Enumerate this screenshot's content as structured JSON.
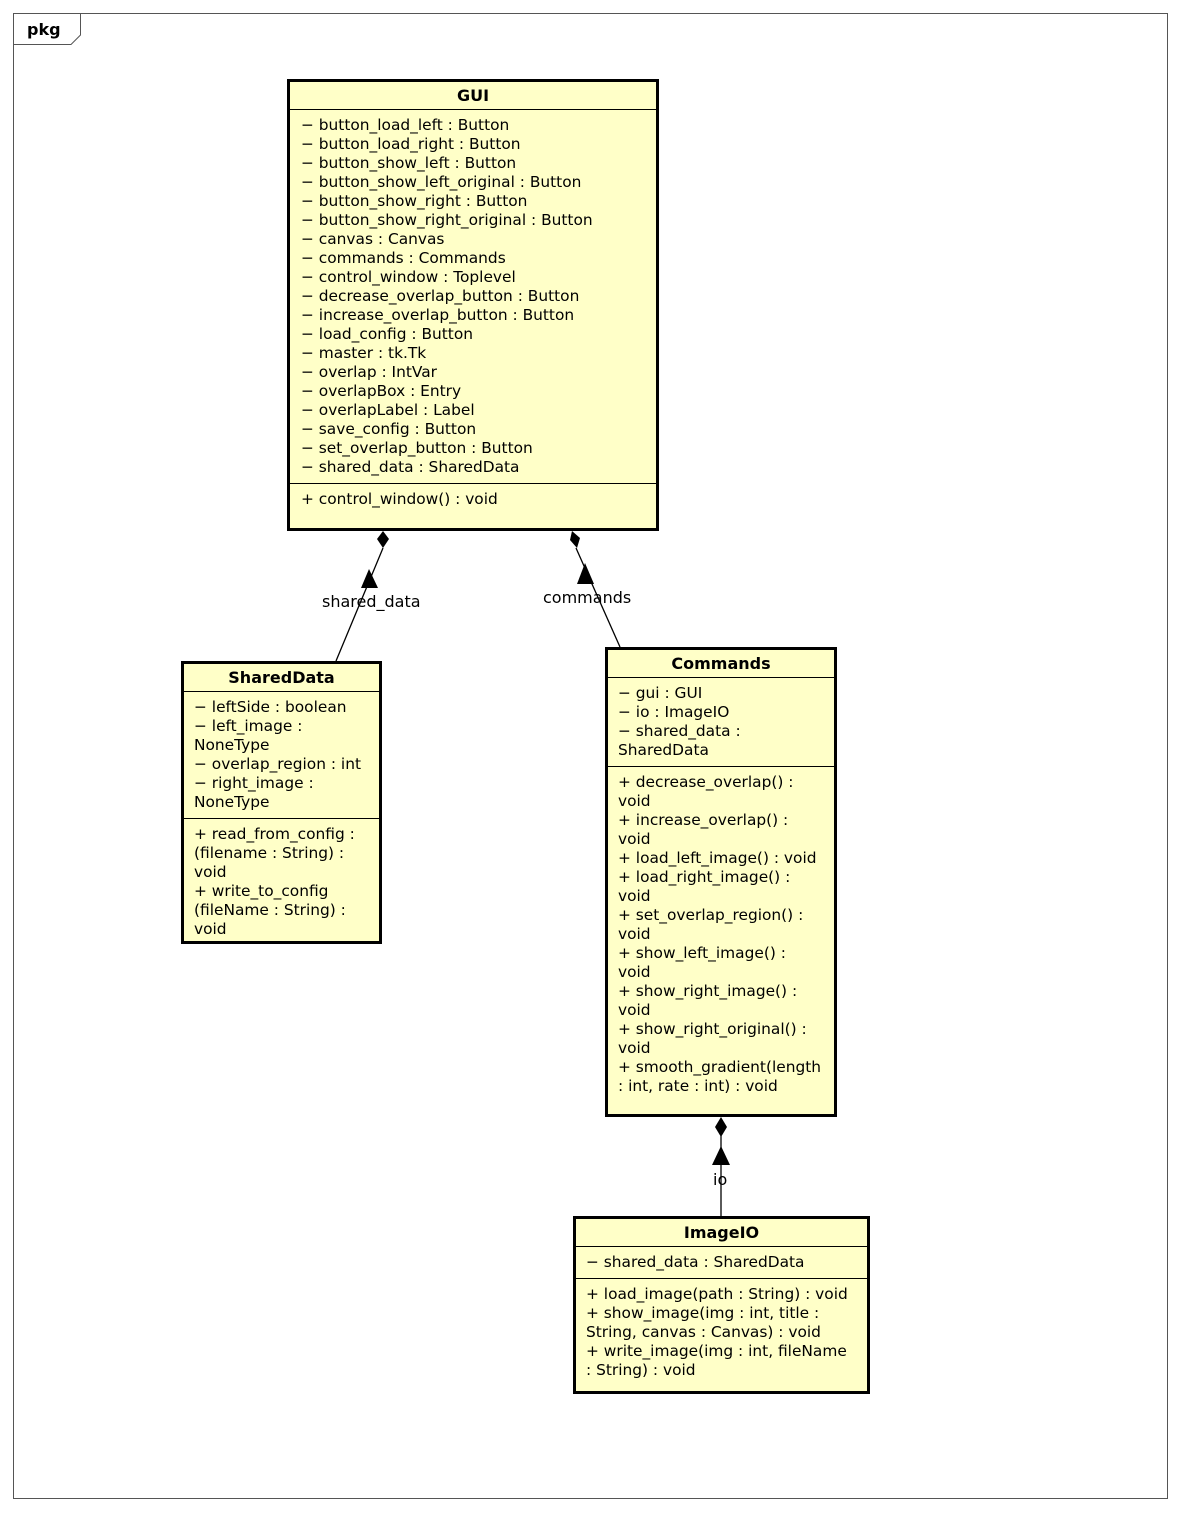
{
  "package": {
    "label": "pkg"
  },
  "classes": {
    "gui": {
      "name": "GUI",
      "attributes": [
        "− button_load_left : Button",
        "− button_load_right : Button",
        "− button_show_left : Button",
        "− button_show_left_original : Button",
        "− button_show_right : Button",
        "− button_show_right_original : Button",
        "− canvas : Canvas",
        "− commands : Commands",
        "− control_window : Toplevel",
        "− decrease_overlap_button : Button",
        "− increase_overlap_button : Button",
        "− load_config : Button",
        "− master : tk.Tk",
        "− overlap : IntVar",
        "− overlapBox : Entry",
        "− overlapLabel : Label",
        "− save_config : Button",
        "− set_overlap_button : Button",
        "− shared_data : SharedData"
      ],
      "operations": [
        "+ control_window() : void"
      ]
    },
    "shared_data": {
      "name": "SharedData",
      "attributes": [
        "− leftSide : boolean",
        "− left_image :",
        "NoneType",
        "− overlap_region : int",
        "− right_image :",
        "NoneType"
      ],
      "operations": [
        "+ read_from_config :",
        "(filename : String) :",
        "void",
        "+ write_to_config",
        "(fileName : String) :",
        "void"
      ]
    },
    "commands": {
      "name": "Commands",
      "attributes": [
        "− gui : GUI",
        "− io : ImageIO",
        "− shared_data :",
        "SharedData"
      ],
      "operations": [
        "+ decrease_overlap() :",
        "void",
        "+ increase_overlap() :",
        "void",
        "+ load_left_image() : void",
        "+ load_right_image() :",
        "void",
        "+ set_overlap_region() :",
        "void",
        "+ show_left_image() :",
        "void",
        "+ show_right_image() :",
        "void",
        "+ show_right_original() :",
        "void",
        "+ smooth_gradient(length",
        ": int, rate : int) : void"
      ]
    },
    "image_io": {
      "name": "ImageIO",
      "attributes": [
        "− shared_data : SharedData"
      ],
      "operations": [
        "+ load_image(path : String) : void",
        "+ show_image(img : int, title :",
        "String, canvas : Canvas) : void",
        "+ write_image(img : int, fileName",
        ": String) : void"
      ]
    }
  },
  "associations": {
    "gui_shared_data": {
      "label": "shared_data"
    },
    "gui_commands": {
      "label": "commands"
    },
    "commands_io": {
      "label": "io"
    }
  }
}
